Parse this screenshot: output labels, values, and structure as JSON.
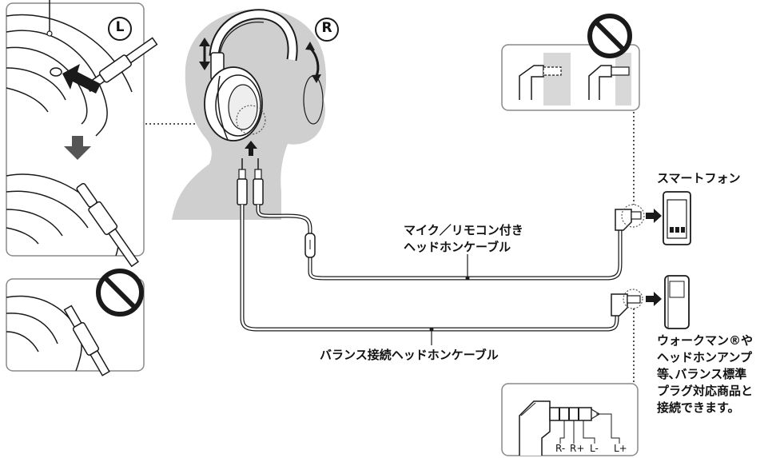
{
  "side_markers": {
    "left": "L",
    "right": "R"
  },
  "labels": {
    "smartphone": "スマートフォン",
    "mic_cable_line1": "マイク／リモコン付き",
    "mic_cable_line2": "ヘッドホンケーブル",
    "balanced_cable": "バランス接続ヘッドホンケーブル",
    "walkman_lines": [
      "ウォークマン®や",
      "ヘッドホンアンプ",
      "等､バランス標準",
      "プラグ対応商品と",
      "接続できます。"
    ]
  },
  "plug_pins": [
    "R-",
    "R+",
    "L-",
    "L+"
  ],
  "colors": {
    "line": "#1a1a1a",
    "head_gray": "#cfcfcf",
    "panel_gray": "#d8d8d8",
    "panel_border": "#888888"
  },
  "icons": [
    "prohibited-icon",
    "arrow-down-icon",
    "arrow-right-icon",
    "arrow-up-icon",
    "rotate-arrow-icon"
  ]
}
